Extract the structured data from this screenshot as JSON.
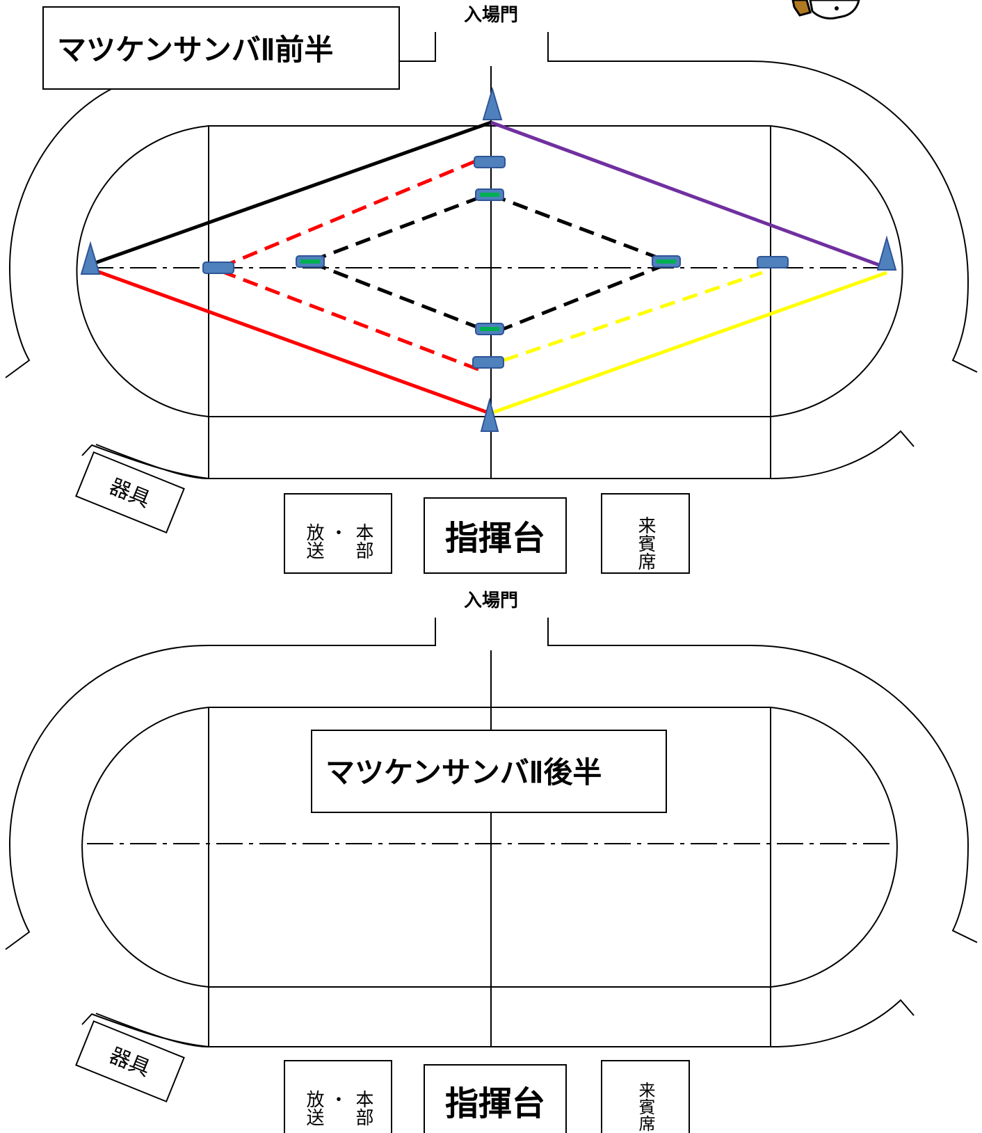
{
  "colors": {
    "line": "#000000",
    "purple": "#7030a0",
    "red": "#ff0000",
    "yellow": "#ffff00",
    "marker_blue": "#4f81bd",
    "marker_border": "#2f5597",
    "marker_green": "#00b050",
    "mascot_brown": "#b07a20"
  },
  "diagram_top": {
    "title": "マツケンサンバⅡ前半",
    "gate_label": "入場門",
    "equipment_label": "器具",
    "broadcast_label": {
      "col1": "放送",
      "dot": "・",
      "col2": "本部"
    },
    "podium_label": "指揮台",
    "guest_label": "来賓席",
    "icons": {
      "cone": "triangle-cone-icon",
      "marker_blue": "blue-marker-icon",
      "marker_green": "green-marker-icon",
      "mascot": "mascot-icon"
    }
  },
  "diagram_bottom": {
    "title": "マツケンサンバⅡ後半",
    "gate_label": "入場門",
    "equipment_label": "器具",
    "broadcast_label": {
      "col1": "放送",
      "dot": "・",
      "col2": "本部"
    },
    "podium_label": "指揮台",
    "guest_label": "来賓席"
  }
}
